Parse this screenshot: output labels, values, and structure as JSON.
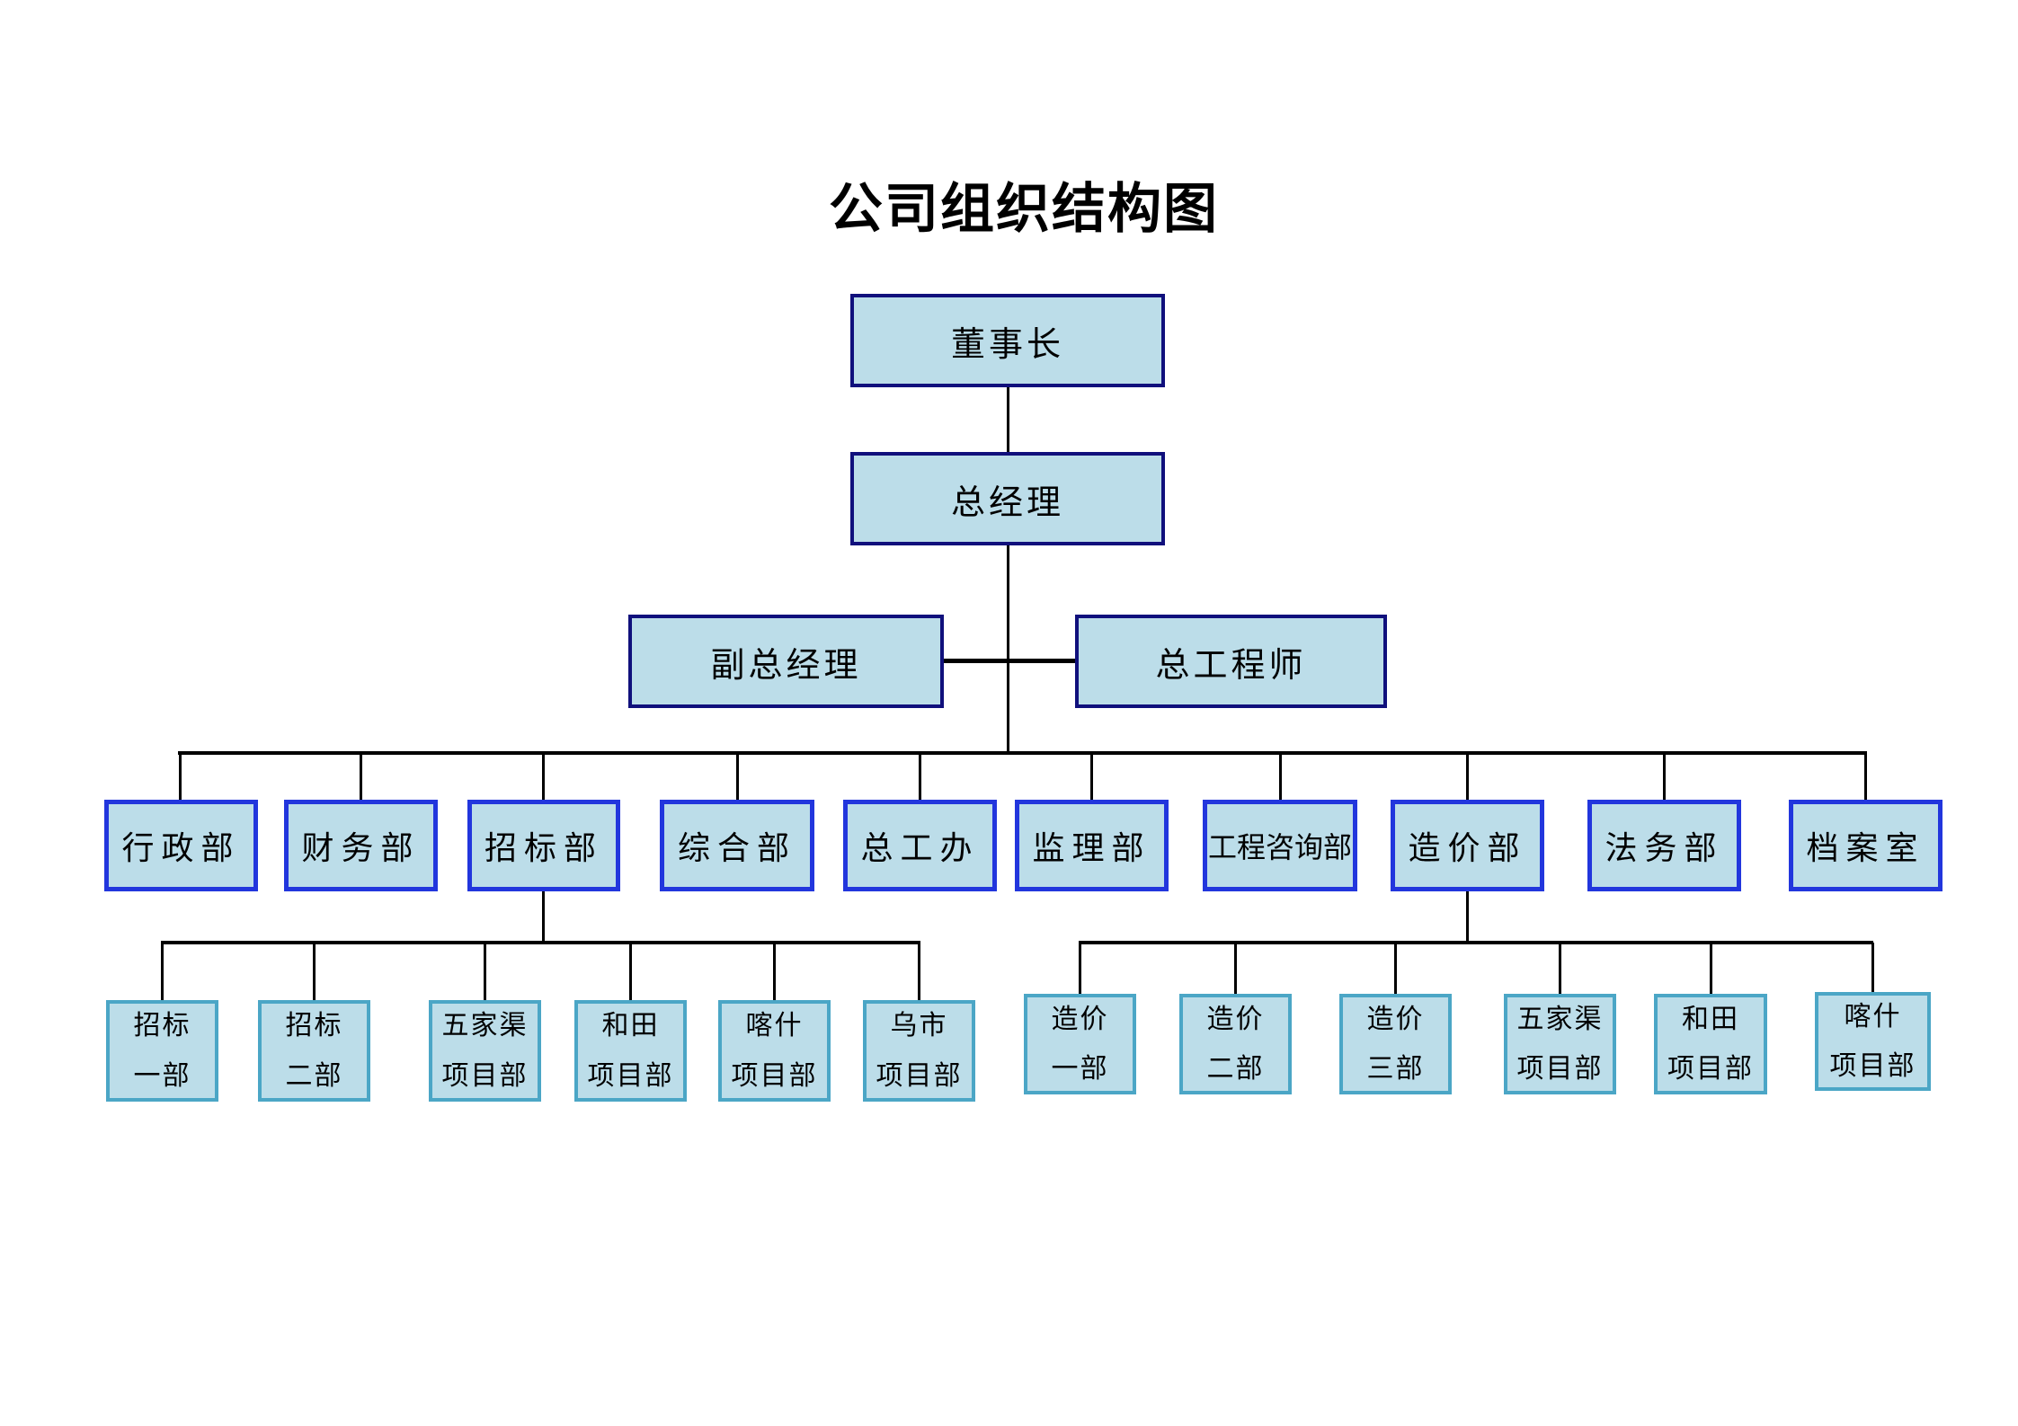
{
  "title": "公司组织结构图",
  "colors": {
    "box_fill": "#bcdde9",
    "top_tier_border": "#10107c",
    "department_border": "#2236dd",
    "sub_tier_border": "#4ba6c6",
    "connector": "#000000",
    "text": "#000000",
    "background": "#ffffff"
  },
  "nodes": {
    "chairman": "董事长",
    "general_manager": "总经理",
    "deputy_general_manager": "副总经理",
    "chief_engineer": "总工程师",
    "dept_admin": "行政部",
    "dept_finance": "财务部",
    "dept_bidding": "招标部",
    "dept_general": "综合部",
    "dept_chief_engineer_office": "总工办",
    "dept_supervision": "监理部",
    "dept_engineering_consulting": "工程咨询部",
    "dept_cost": "造价部",
    "dept_legal": "法务部",
    "dept_archives": "档案室",
    "bidding_no1": "招标\n一部",
    "bidding_no2": "招标\n二部",
    "bidding_wujiaqu_project": "五家渠\n项目部",
    "bidding_hetian_project": "和田\n项目部",
    "bidding_kashi_project": "喀什\n项目部",
    "bidding_wushi_project": "乌市\n项目部",
    "cost_no1": "造价\n一部",
    "cost_no2": "造价\n二部",
    "cost_no3": "造价\n三部",
    "cost_wujiaqu_project": "五家渠\n项目部",
    "cost_hetian_project": "和田\n项目部",
    "cost_kashi_project": "喀什\n项目部"
  }
}
